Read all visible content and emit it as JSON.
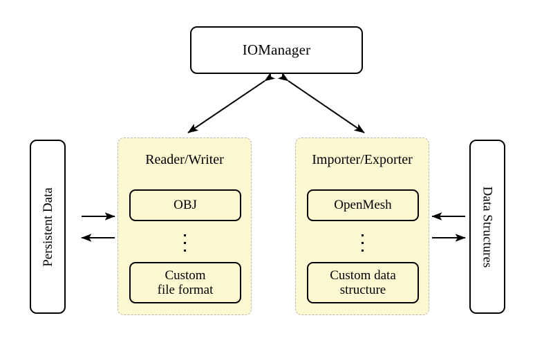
{
  "diagram": {
    "title_node": {
      "label": "IOManager"
    },
    "left_external": {
      "label": "Persistent Data",
      "orientation": "rotated-ccw"
    },
    "right_external": {
      "label": "Data Structures",
      "orientation": "rotated-cw"
    },
    "groups": [
      {
        "title": "Reader/Writer",
        "first_item": "OBJ",
        "ellipsis": "⋮",
        "last_item_line1": "Custom",
        "last_item_line2": "file format"
      },
      {
        "title": "Importer/Exporter",
        "first_item": "OpenMesh",
        "ellipsis": "⋮",
        "last_item_line1": "Custom data",
        "last_item_line2": "structure"
      }
    ],
    "connections": [
      {
        "name": "manager-to-reader-writer",
        "type": "double-headed-diagonal"
      },
      {
        "name": "manager-to-importer-exporter",
        "type": "double-headed-diagonal"
      },
      {
        "name": "persistent-data-to-reader-writer",
        "type": "single-arrow-right"
      },
      {
        "name": "reader-writer-to-persistent-data",
        "type": "single-arrow-left"
      },
      {
        "name": "data-structures-to-importer-exporter",
        "type": "single-arrow-left"
      },
      {
        "name": "importer-exporter-to-data-structures",
        "type": "single-arrow-right"
      }
    ],
    "colors": {
      "panel_fill": "#fbf8d2",
      "panel_border": "#b9b9b9",
      "node_border": "#000000",
      "node_fill": "#ffffff",
      "background": "#ffffff"
    }
  }
}
